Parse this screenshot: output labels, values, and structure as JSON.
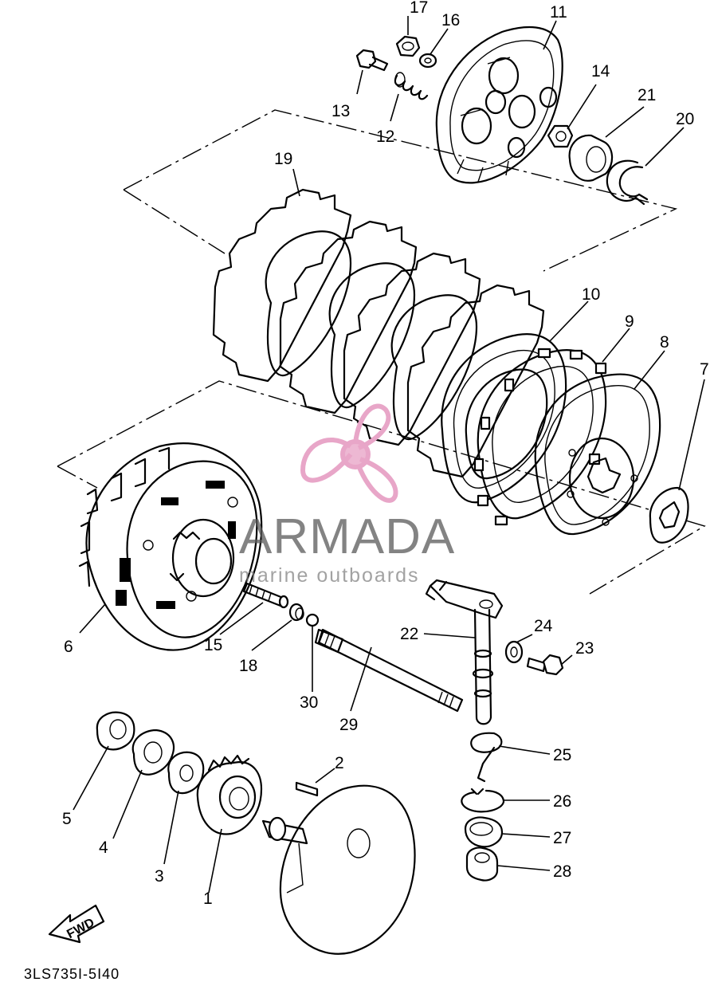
{
  "document_id": "3LS735I-5I40",
  "direction_label": "FWD",
  "watermark": {
    "brand": "ARMADA",
    "tagline": "marine outboards",
    "logo_color": "#e8a6c8"
  },
  "callouts": [
    {
      "number": "1"
    },
    {
      "number": "2"
    },
    {
      "number": "3"
    },
    {
      "number": "4"
    },
    {
      "number": "5"
    },
    {
      "number": "6"
    },
    {
      "number": "7"
    },
    {
      "number": "8"
    },
    {
      "number": "9"
    },
    {
      "number": "10"
    },
    {
      "number": "11"
    },
    {
      "number": "12"
    },
    {
      "number": "13"
    },
    {
      "number": "14"
    },
    {
      "number": "15"
    },
    {
      "number": "16"
    },
    {
      "number": "17"
    },
    {
      "number": "18"
    },
    {
      "number": "19"
    },
    {
      "number": "20"
    },
    {
      "number": "21"
    },
    {
      "number": "22"
    },
    {
      "number": "23"
    },
    {
      "number": "24"
    },
    {
      "number": "25"
    },
    {
      "number": "26"
    },
    {
      "number": "27"
    },
    {
      "number": "28"
    },
    {
      "number": "29"
    },
    {
      "number": "30"
    }
  ]
}
